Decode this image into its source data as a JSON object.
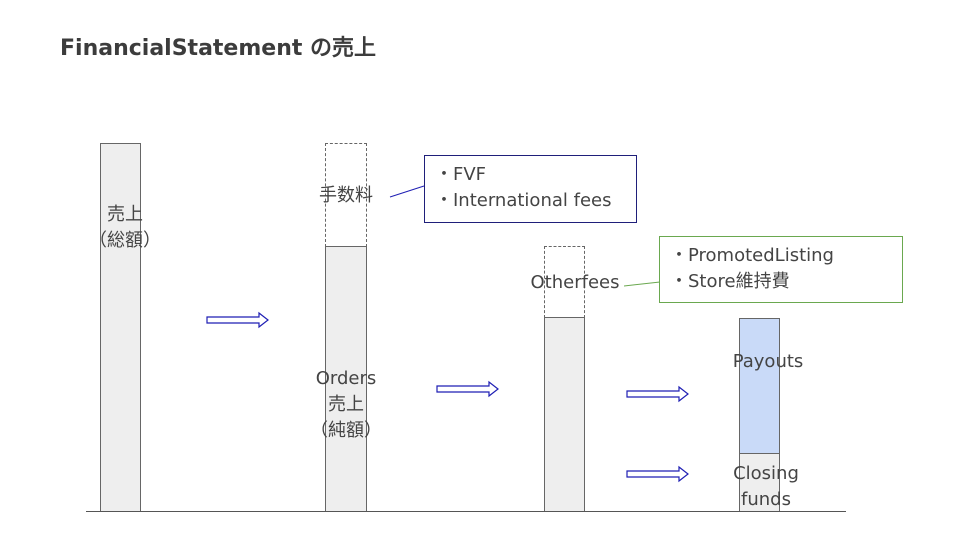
{
  "title": "FinancialStatement の売上",
  "columns": {
    "gross_sales": {
      "line1": "売上",
      "line2": "（総額）"
    },
    "fees": {
      "label": "手数料"
    },
    "net_sales": {
      "line1": "Orders",
      "line2": "売上",
      "line3": "（純額）"
    },
    "other_fees": {
      "label": "Otherfees"
    },
    "payouts": {
      "label": "Payouts"
    },
    "closing_funds": {
      "line1": "Closing",
      "line2": "funds"
    }
  },
  "notes": {
    "fees_note": {
      "items": [
        "・FVF",
        "・International fees"
      ]
    },
    "other_fees_note": {
      "items": [
        "・PromotedListing",
        "・Store維持費"
      ]
    }
  },
  "colors": {
    "bar_fill": "#eeeeee",
    "payouts_fill": "#c9daf8",
    "arrow_stroke": "#1f1fb4",
    "fees_note_border": "#1f1f7a",
    "other_note_border": "#6aa84f"
  }
}
